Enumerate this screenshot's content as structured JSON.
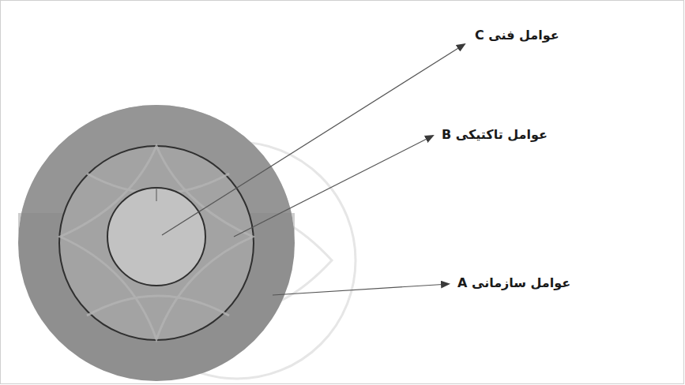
{
  "diagram": {
    "labels": [
      "C عوامل فنی",
      "B عوامل تاکتیکی",
      "A عوامل سازمانی"
    ]
  }
}
